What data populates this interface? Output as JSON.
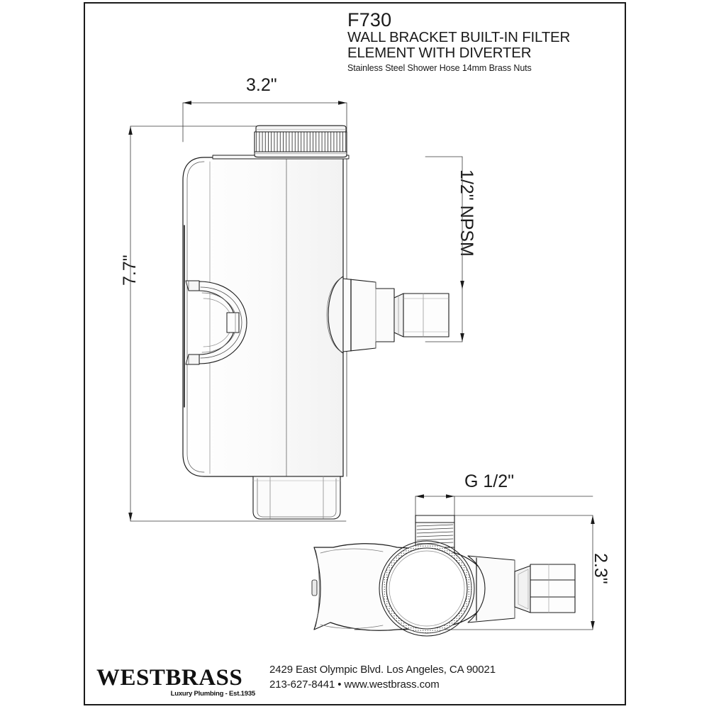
{
  "document": {
    "kind": "technical-spec-drawing",
    "background": "#ffffff",
    "line_color": "#1a1a1a"
  },
  "title_block": {
    "model_number": "F730",
    "title_line1": "WALL BRACKET BUILT-IN FILTER",
    "title_line2": "ELEMENT WITH DIVERTER",
    "subtitle": "Stainless Steel Shower Hose 14mm Brass Nuts"
  },
  "dimensions": {
    "width_top": "3.2\"",
    "height_left": "7.7\"",
    "outlet_thread": "1/2\" NPSM",
    "inlet_thread": "G 1/2\"",
    "depth_bottom": "2.3\""
  },
  "views": {
    "main": {
      "name": "front-elevation",
      "features": [
        "knurled-filter-cap",
        "hose-holder-cradle",
        "diverter-outlet",
        "bottom-supply-connector"
      ]
    },
    "secondary": {
      "name": "top-plan-view",
      "features": [
        "g-half-inch-threaded-inlet",
        "knurled-ring",
        "hex-nut-outlet"
      ]
    }
  },
  "footer": {
    "brand": "WESTBRASS",
    "tagline": "Luxury Plumbing - Est.1935",
    "address": "2429 East Olympic Blvd. Los Angeles, CA  90021",
    "contact": "213-627-8441 • www.westbrass.com"
  }
}
